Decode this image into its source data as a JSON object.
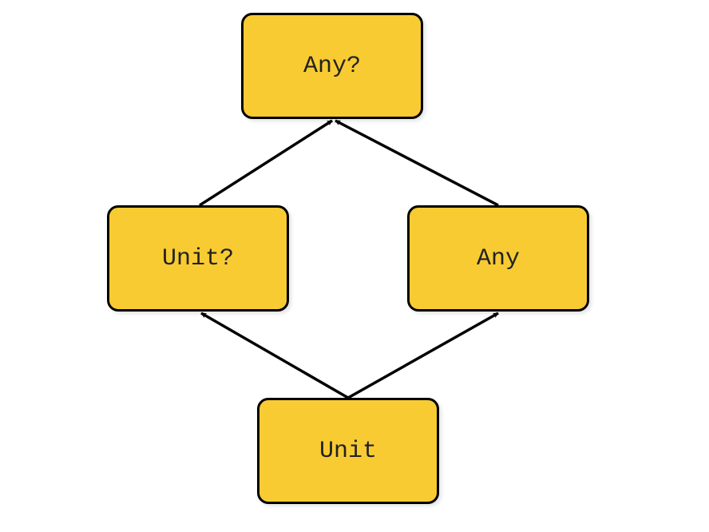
{
  "diagram": {
    "node_fill": "#F8CB33",
    "stroke_color": "#000000",
    "nodes": [
      {
        "id": "anyq",
        "label": "Any?"
      },
      {
        "id": "unitq",
        "label": "Unit?"
      },
      {
        "id": "any",
        "label": "Any"
      },
      {
        "id": "unit",
        "label": "Unit"
      }
    ],
    "edges": [
      {
        "from": "unitq",
        "to": "anyq"
      },
      {
        "from": "any",
        "to": "anyq"
      },
      {
        "from": "unit",
        "to": "unitq"
      },
      {
        "from": "unit",
        "to": "any"
      }
    ]
  }
}
